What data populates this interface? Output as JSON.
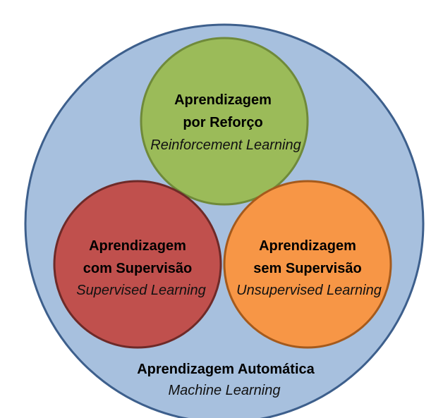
{
  "outer": {
    "title": "Aprendizagem Automática",
    "subtitle": "Machine Learning",
    "fill": "#a7c0de",
    "stroke": "#3d5f8c"
  },
  "reinforcement": {
    "line1": "Aprendizagem",
    "line2": "por Reforço",
    "subtitle": "Reinforcement Learning",
    "fill": "#9bbb59",
    "stroke": "#6f8a3a"
  },
  "supervised": {
    "line1": "Aprendizagem",
    "line2": "com Supervisão",
    "subtitle": "Supervised Learning",
    "fill": "#c0504d",
    "stroke": "#6e2a28"
  },
  "unsupervised": {
    "line1": "Aprendizagem",
    "line2": "sem Supervisão",
    "subtitle": "Unsupervised Learning",
    "fill": "#f79646",
    "stroke": "#a55a1c"
  }
}
